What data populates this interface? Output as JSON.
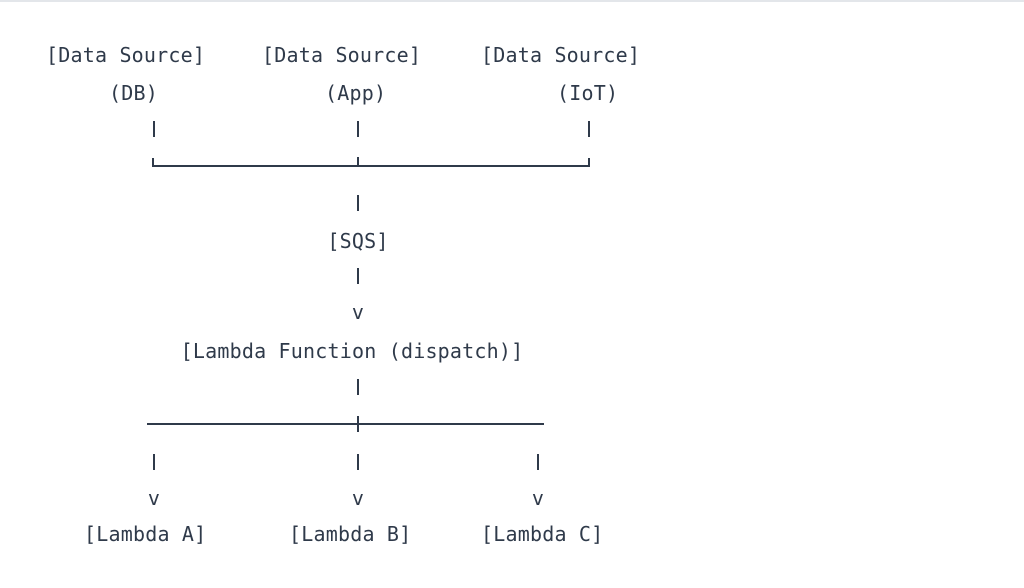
{
  "diagram": {
    "sources": [
      {
        "label": "[Data Source]",
        "sub": "(DB)"
      },
      {
        "label": "[Data Source]",
        "sub": "(App)"
      },
      {
        "label": "[Data Source]",
        "sub": "(IoT)"
      }
    ],
    "queue": "[SQS]",
    "dispatcher": "[Lambda Function (dispatch)]",
    "targets": [
      "[Lambda A]",
      "[Lambda B]",
      "[Lambda C]"
    ],
    "arrow_glyph": "v"
  }
}
